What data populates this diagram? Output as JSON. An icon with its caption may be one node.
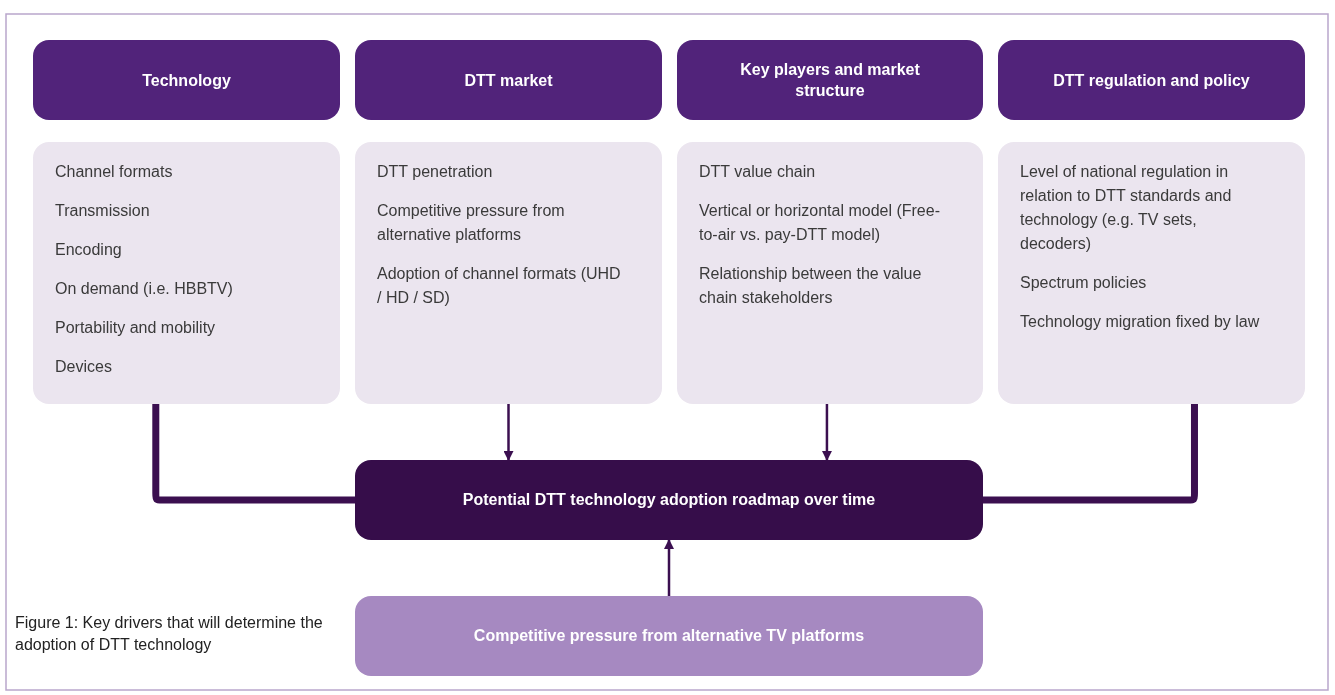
{
  "diagram": {
    "caption": "Figure 1: Key drivers that will determine the adoption of DTT technology",
    "nodes": [
      {
        "text": [
          "Technology"
        ]
      },
      {
        "text": [
          "Channel formats",
          "Transmission",
          "Encoding",
          "On demand (i.e. HBBTV)",
          "Portability and mobility",
          "Devices"
        ]
      },
      {
        "text": [
          "DTT market"
        ]
      },
      {
        "text": [
          "DTT penetration",
          "Competitive pressure from alternative platforms",
          "Adoption of channel formats (UHD / HD / SD)"
        ]
      },
      {
        "text": [
          "Key players and market structure"
        ]
      },
      {
        "text": [
          "DTT value chain",
          "Vertical or horizontal model (Free-to-air vs. pay-DTT model)",
          "Relationship between the value chain stakeholders"
        ]
      },
      {
        "text": [
          "DTT regulation and policy"
        ]
      },
      {
        "text": [
          "Level of national regulation in relation to DTT standards and technology (e.g. TV sets, decoders)",
          "Spectrum policies",
          "Technology migration fixed by law"
        ]
      },
      {
        "text": [
          "Potential DTT technology adoption roadmap over time"
        ]
      },
      {
        "text": [
          "Competitive pressure from alternative TV platforms"
        ]
      }
    ],
    "edges": [
      {
        "from": 1,
        "to": 8,
        "arrow": "none",
        "style": "thick"
      },
      {
        "from": 3,
        "to": 8,
        "arrow": "to"
      },
      {
        "from": 5,
        "to": 8,
        "arrow": "to"
      },
      {
        "from": 7,
        "to": 8,
        "arrow": "none",
        "style": "thick"
      },
      {
        "from": 9,
        "to": 8,
        "arrow": "to"
      }
    ]
  }
}
